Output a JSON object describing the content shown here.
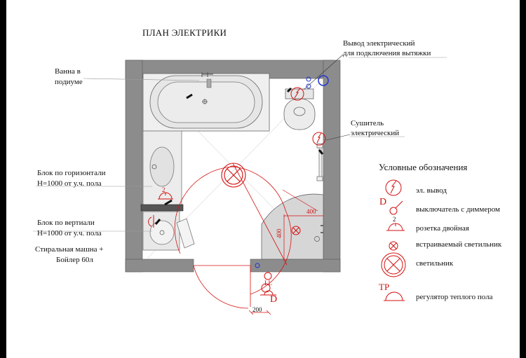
{
  "title": "ПЛАН ЭЛЕКТРИКИ",
  "callouts": {
    "bath": [
      "Ванна в",
      "подиуме"
    ],
    "hood": [
      "Вывод  электрический",
      "для подключения вытяжки"
    ],
    "dryer": [
      "Сушитель",
      "электрический"
    ],
    "horizontal": [
      "Блок по горизонтали",
      "H=1000 от у.ч. пола"
    ],
    "vertical": [
      "Блок по вертиали",
      "H=1000 от у.ч. пола"
    ],
    "washer": [
      "Стиральная  машна +",
      "Бойлер 60л"
    ]
  },
  "dimensions": {
    "d400_h": "400",
    "d400_v": "400",
    "d200": "200"
  },
  "marks": {
    "socket_count": "2",
    "switch_d": "D",
    "switch_ll": "LL"
  },
  "legend": {
    "title": "Условные обозначения",
    "items": [
      {
        "label": "эл. вывод",
        "symbol": "outlet-icon"
      },
      {
        "label": "выключатель с диммером",
        "symbol": "dimmer-switch-icon",
        "mark": "D"
      },
      {
        "label": "розетка двойная",
        "symbol": "double-socket-icon",
        "mark": "2"
      },
      {
        "label": "встраиваемый светильник",
        "symbol": "recessed-light-icon"
      },
      {
        "label": "светильник",
        "symbol": "ceiling-light-icon"
      },
      {
        "label": "регулятор теплого пола",
        "symbol": "floor-heating-regulator-icon",
        "mark": "TP"
      }
    ]
  },
  "colors": {
    "wall": "#8c8c8c",
    "electric": "#d41010",
    "fixture": "#d9d9d9",
    "background": "#ffffff",
    "frame": "#000000"
  }
}
